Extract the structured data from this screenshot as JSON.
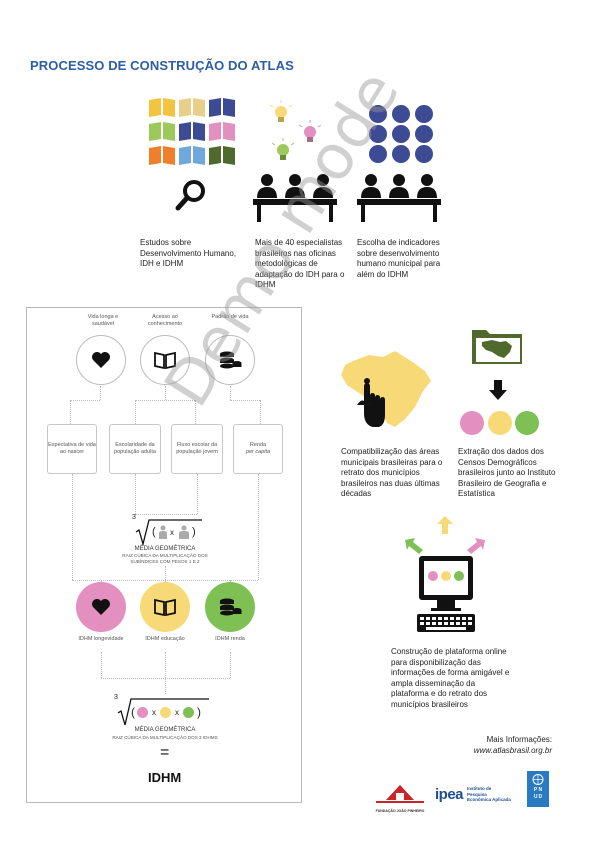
{
  "title": "PROCESSO DE CONSTRUÇÃO DO ATLAS",
  "colors": {
    "title": "#2c5ea1",
    "pink": "#e38fbf",
    "yellow": "#f8d978",
    "green": "#7ec054",
    "navy": "#3c4b94",
    "olive": "#4f6a2c"
  },
  "steps": {
    "books_caption": "Estudos sobre Desenvolvimento Humano, IDH e IDHM",
    "experts_caption": "Mais de 40 especialistas brasileiros nas oficinas metodológicas de adaptação do IDH para o IDHM",
    "indicators_caption": "Escolha de indicadores sobre desenvolvimento humano municipal para além do IDHM",
    "map_caption": "Compatibilização das áreas municipais brasileiras para o retrato dos municípios brasileiros nas duas últimas décadas",
    "census_caption": "Extração dos dados dos Censos Demográficos brasileiros junto ao Instituto Brasileiro de Geografia e Estatística",
    "platform_caption": "Construção de plataforma online para disponibilização das informações de forma amigável e ampla disseminação da plataforma e do retrato dos municípios brasileiros"
  },
  "diagram": {
    "top_labels": [
      "Vida longa e saudável",
      "Acesso ao conhecimento",
      "Padrão de vida"
    ],
    "boxes": [
      "Expectativa de vida ao nascer",
      "Escolaridade da população adulta",
      "Fluxo escolar da população jovem",
      "Renda"
    ],
    "renda_suffix": "per capita",
    "formula1_index": "3",
    "formula1_label": "MÉDIA GEOMÉTRICA",
    "formula1_sub": "RAIZ CÚBICA DA MULTIPLICAÇÃO DOS SUBÍNDICES COM PESOS 1 E 2",
    "formula_op": "x",
    "dim_labels": [
      "IDHM longevidade",
      "IDHM educação",
      "IDHM renda"
    ],
    "formula2_index": "3",
    "formula2_label": "MÉDIA GEOMÉTRICA",
    "formula2_sub": "RAIZ CÚBICA DA MULTIPLICAÇÃO DOS 3 IDHMS",
    "equals": "=",
    "result": "IDHM"
  },
  "footer": {
    "info_label": "Mais Informações:",
    "info_url": "www.atlasbrasil.org.br",
    "logo_ipea": "ipea",
    "logo_ipea_sub": "Instituto de Pesquisa Econômica Aplicada",
    "logo_fjp": "FUNDAÇÃO JOÃO PINHEIRO",
    "logo_pnud": "PNUD"
  },
  "watermark": "Demo mode"
}
